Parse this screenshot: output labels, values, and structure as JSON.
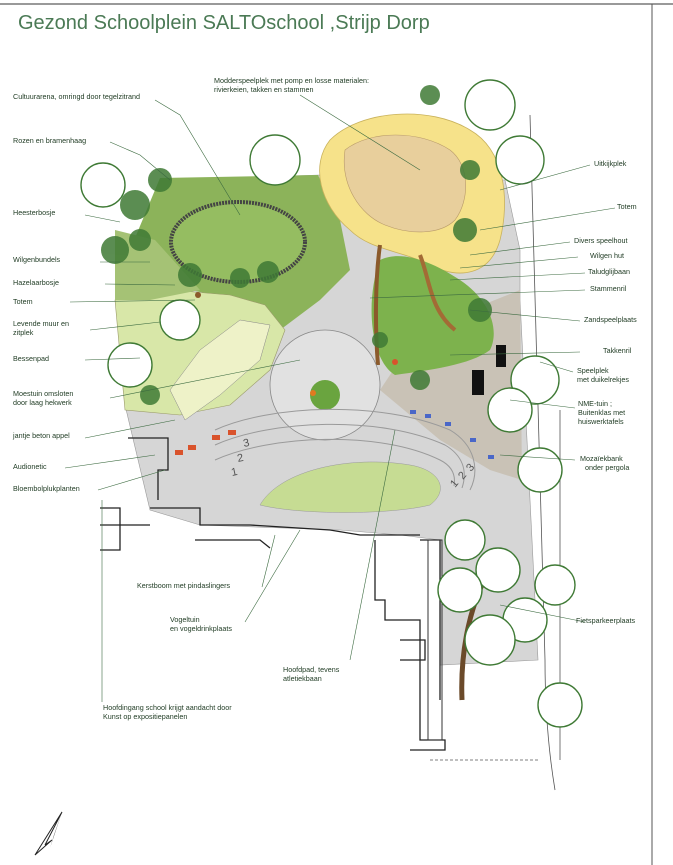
{
  "title": "Gezond Schoolplein SALTOschool ,Strijp Dorp",
  "labels_left": [
    "Cultuurarena, omringd door tegelzitrand",
    "Rozen en bramenhaag",
    "Heesterbosje",
    "Wilgenbundels",
    "Hazelaarbosje",
    "Totem",
    "Levende muur en",
    "zitplek",
    "Bessenpad",
    "Moestuin omsloten",
    "door laag hekwerk",
    "jantje beton appel",
    "Audionetic",
    "Bloembolpluk­planten"
  ],
  "labels_right": [
    "Uitkijkplek",
    "Totem",
    "Divers speelhout",
    "Wilgen hut",
    "Taludglijbaan",
    "Stammenril",
    "Zandspeelplaats",
    "Takkenril",
    "Speelplek",
    "met duikelrekjes",
    "NME-tuin ;",
    "Buitenklas met",
    "huiswerktafels",
    "Mozaïekbank",
    "onder pergola",
    "Fietsparkeerplaats"
  ],
  "labels_top": [
    "Modderspeelplek met pomp en losse materialen:",
    "rivierkeien, takken en stammen"
  ],
  "labels_bottom": [
    "Kerstboom met pindaslingers",
    "Vogeltuin",
    "en vogeldrinkplaats",
    "Hoofdpad, tevens",
    "atletiekbaan",
    "Hoofdingang school krijgt aandacht door",
    "Kunst op expositiepanelen"
  ],
  "track_numbers": [
    "1",
    "2",
    "3",
    "1",
    "2",
    "3"
  ],
  "colors": {
    "title": "#4b7a55",
    "grass": "#7aaa4c",
    "light_green": "#c6dc93",
    "sand": "#f2e08a",
    "paving": "#d9d9d9",
    "tree": "#3f7a35"
  }
}
